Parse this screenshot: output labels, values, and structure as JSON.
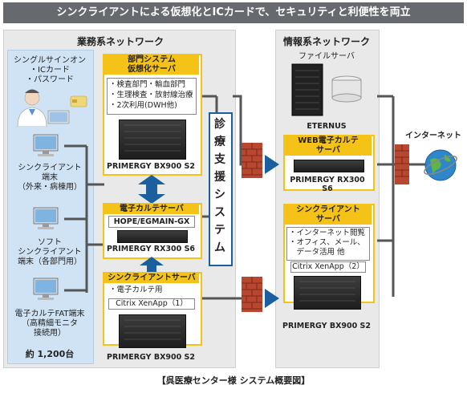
{
  "title": "シンクライアントによる仮想化とICカードで、セキュリティと利便性を両立",
  "business_net": {
    "title": "業務系ネットワーク",
    "sso": [
      "シングルサインオン",
      "・ICカード",
      "・パスワード"
    ],
    "client1": [
      "シンクライアント",
      "端末",
      "（外来・病棟用）"
    ],
    "client2": [
      "ソフト",
      "シンクライアント",
      "端末（各部門用）"
    ],
    "client3": [
      "電子カルテFAT端末",
      "（高精細モニタ",
      "接続用）"
    ],
    "count": "約 1,200台",
    "dept": {
      "header": [
        "部門システム",
        "仮想化サーバ"
      ],
      "items": [
        "・検査部門・輸血部門",
        "・生理検査・放射線治療",
        "・2次利用(DWH他)"
      ],
      "model": "PRIMERGY BX900 S2"
    },
    "emr": {
      "header": "電子カルテサーバ",
      "sub": "HOPE/EGMAIN-GX",
      "model": "PRIMERGY RX300 S6"
    },
    "thin": {
      "header": "シンクライアントサーバ",
      "item": "・電子カルテ用",
      "sub": "Citrix XenApp（1）",
      "model": "PRIMERGY BX900 S2"
    },
    "support": [
      "診",
      "療",
      "支",
      "援",
      "シ",
      "ス",
      "テ",
      "ム"
    ]
  },
  "info_net": {
    "title": "情報系ネットワーク",
    "file": {
      "label": "ファイルサーバ",
      "model": "ETERNUS"
    },
    "web": {
      "header": [
        "WEB電子カルテ",
        "サーバ"
      ],
      "model": "PRIMERGY RX300 S6"
    },
    "thin": {
      "header": [
        "シンクライアント",
        "サーバ"
      ],
      "items": [
        "・インターネット閲覧",
        "・オフィス、メール、",
        "　データ活用 他"
      ],
      "sub": "Citrix XenApp（2）",
      "model": "PRIMERGY BX900 S2"
    }
  },
  "internet": "インターネット",
  "caption": "【呉医療センター様 システム概要図】",
  "colors": {
    "banner": "#666a6e",
    "yellow": "#f5c318",
    "arrow_blue": "#1b5f9e",
    "firewall": "#b9462f"
  }
}
